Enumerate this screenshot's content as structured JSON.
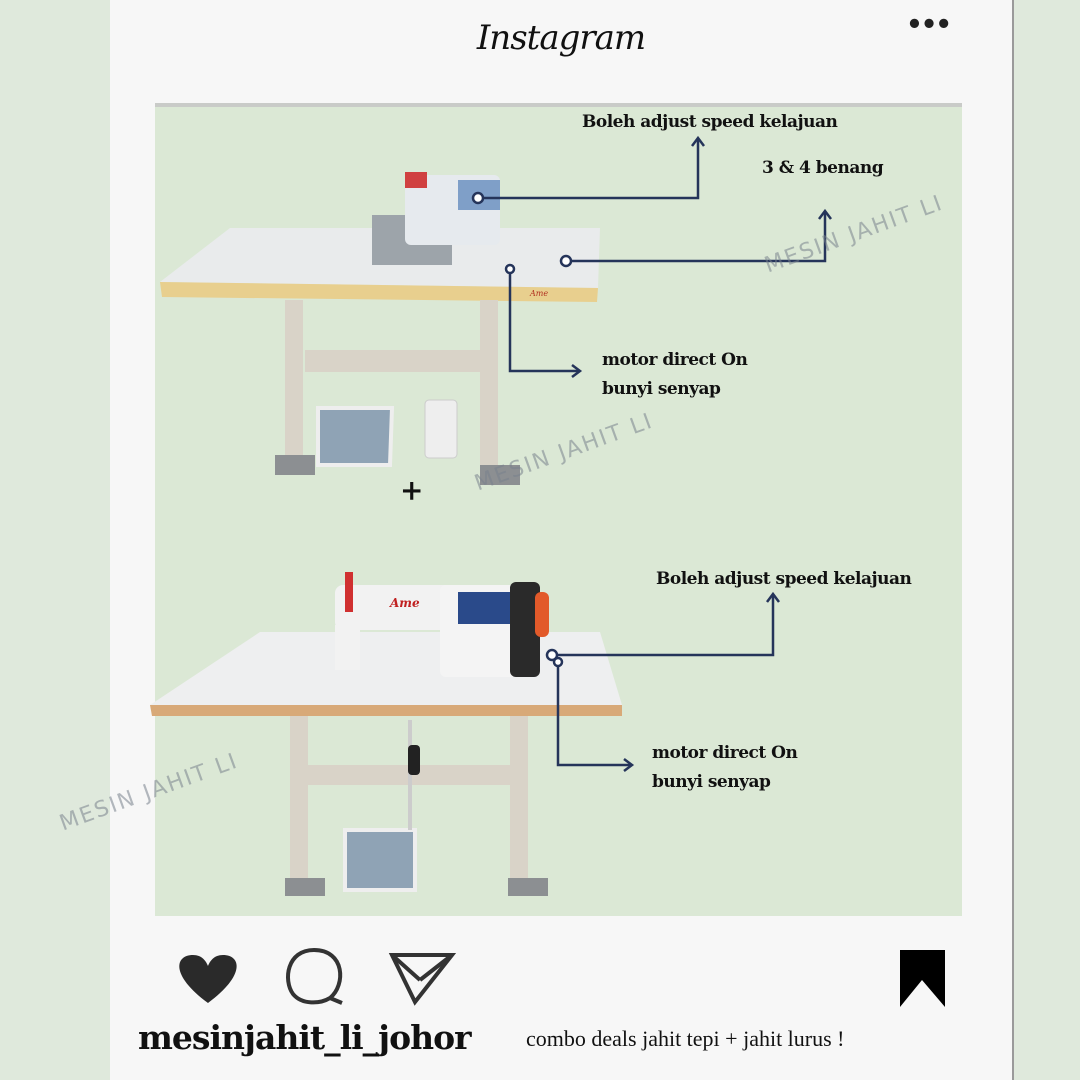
{
  "header": {
    "app_title": "Instagram",
    "more_icon": "more-horizontal-icon"
  },
  "post": {
    "annotations_top": {
      "speed": "Boleh adjust speed kelajuan",
      "threads": "3 & 4 benang",
      "motor_line1": "motor direct On",
      "motor_line2": "bunyi senyap",
      "plus": "+"
    },
    "annotations_bottom": {
      "speed": "Boleh adjust speed kelajuan",
      "motor_line1": "motor direct On",
      "motor_line2": "bunyi senyap"
    },
    "watermark": "MESIN JAHIT LI",
    "brand_label": "Ame"
  },
  "actions": {
    "like": "heart-icon",
    "comment": "comment-icon",
    "share": "send-icon",
    "save": "bookmark-icon"
  },
  "caption": {
    "username": "mesinjahit_li_johor",
    "text": "combo deals jahit tepi + jahit lurus !"
  },
  "colors": {
    "background": "#dfe9dc",
    "card": "#f7f7f7",
    "photo": "#dbe8d5",
    "line": "#25345a"
  }
}
